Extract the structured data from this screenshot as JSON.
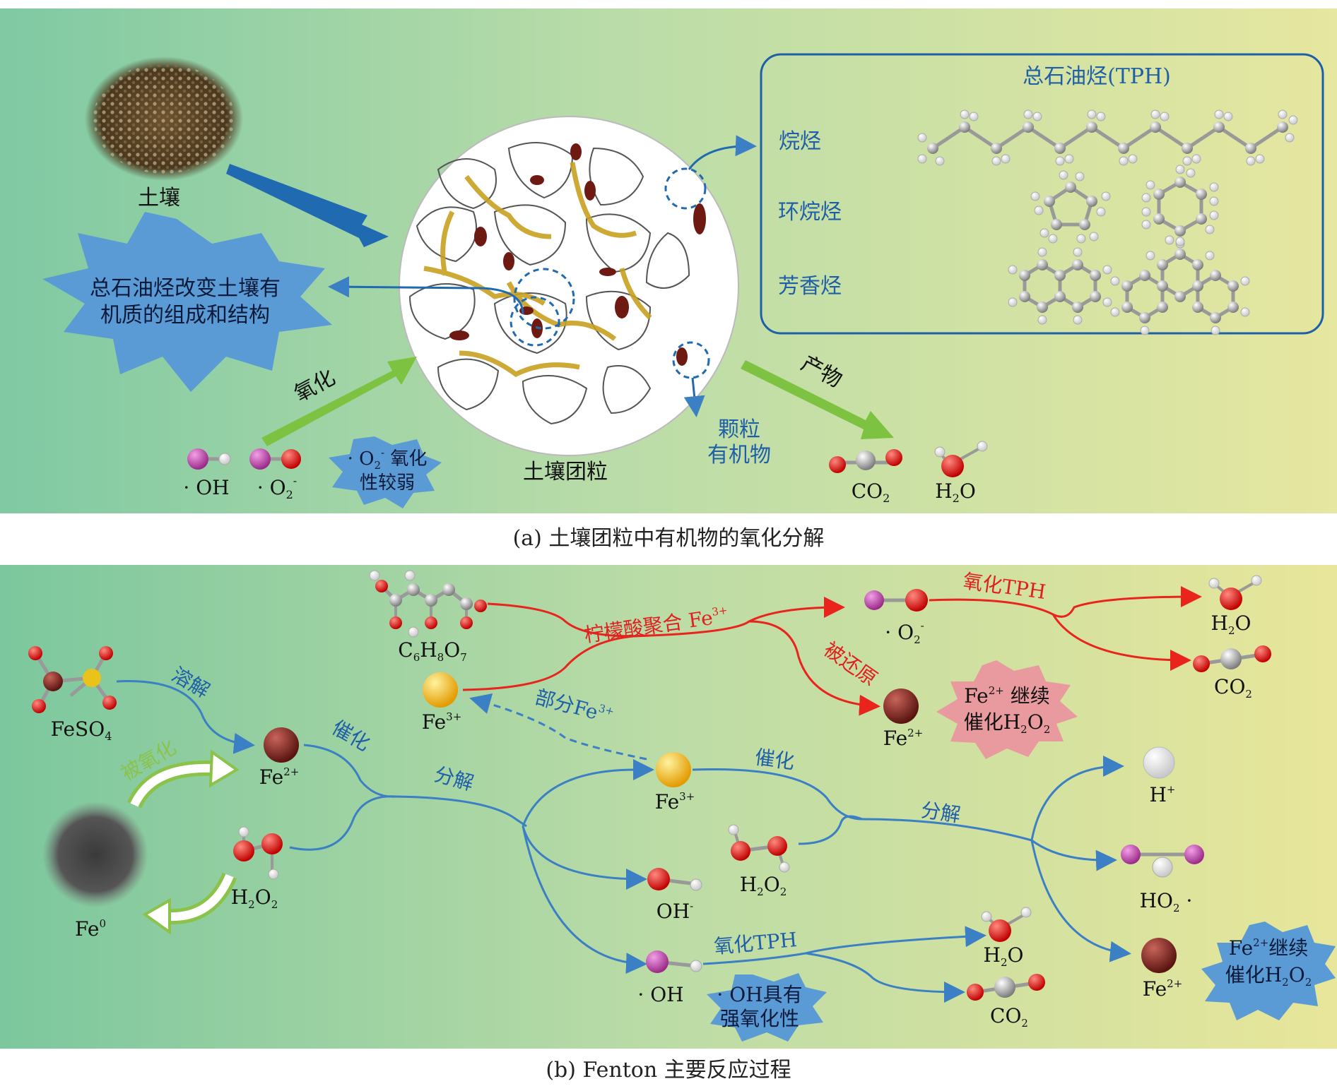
{
  "panel_a": {
    "caption": "(a) 土壤团粒中有机物的氧化分解",
    "soil_label": "土壤",
    "aggregate_label": "土壤团粒",
    "starburst_text": [
      "总石油烃改变土壤有",
      "机质的组成和结构"
    ],
    "oxidation_arrow_label": "氧化",
    "product_arrow_label": "产物",
    "particle_organic": [
      "颗粒",
      "有机物"
    ],
    "radical_oh": "· OH",
    "radical_o2": "· O",
    "o2_weak_text": [
      "· O",
      " 氧化",
      "性较弱"
    ],
    "tph_box": {
      "title": "总石油烃(TPH)",
      "rows": [
        "烷烃",
        "环烷烃",
        "芳香烃"
      ]
    },
    "products": {
      "co2": "CO",
      "h2o": "H",
      "h2o_tail": "O"
    }
  },
  "panel_b": {
    "caption": "(b) Fenton 主要反应过程",
    "feso4": "FeSO",
    "feso4_sub": "4",
    "dissolve": "溶解",
    "oxidized": "被氧化",
    "fe0": "Fe",
    "fe0_sup": "0",
    "fe2_left": "Fe",
    "catalyze1": "催化",
    "decompose1": "分解",
    "h2o2_left": "H",
    "citric": "C",
    "citric_chelate": "柠檬酸聚合 Fe",
    "fe3_top": "Fe",
    "partial_fe3": "部分Fe",
    "o2_radical": "· O",
    "oxidize_tph_red": "氧化TPH",
    "reduced": "被还原",
    "fe2_mid": "Fe",
    "fe2_continue_red": [
      "Fe",
      " 继续",
      "催化H",
      "O"
    ],
    "h2o_red": "H",
    "co2_red": "CO",
    "fe3_mid": "Fe",
    "catalyze2": "催化",
    "decompose2": "分解",
    "h2o2_mid": "H",
    "oh_minus": "OH",
    "oh_radical": "· OH",
    "oxidize_tph_blue": "氧化TPH",
    "oh_strong": [
      "· OH具有",
      "强氧化性"
    ],
    "h2o_blue": "H",
    "co2_blue": "CO",
    "h_plus": "H",
    "ho2_radical": "HO",
    "ho2_dot": " ·",
    "fe2_right": "Fe",
    "fe2_continue_blue": [
      "Fe",
      "继续",
      "催化H",
      "O"
    ]
  },
  "colors": {
    "arrow_blue": "#3b7fc4",
    "arrow_red": "#e8241c",
    "label_blue": "#1f5fa8",
    "label_red": "#e02020",
    "oxygen": "#e01010",
    "carbon": "#9a9a9a",
    "hydrogen": "#f2f2f2",
    "radical_o": "#c03aa8",
    "fe3": "#f2b400",
    "fe2": "#8a2a20"
  }
}
